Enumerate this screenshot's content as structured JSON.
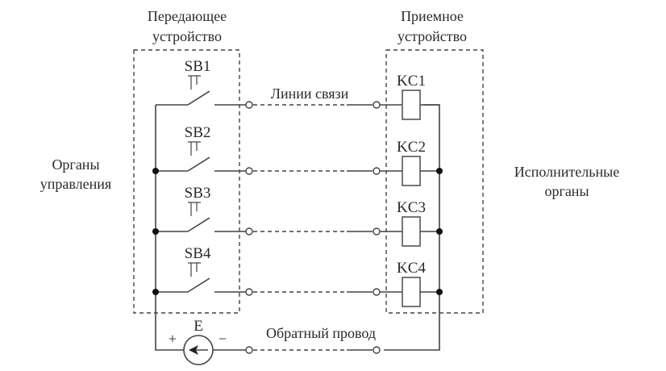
{
  "diagram": {
    "transmitter_label": [
      "Передающее",
      "устройство"
    ],
    "receiver_label": [
      "Приемное",
      "устройство"
    ],
    "controls_label": [
      "Органы",
      "управления"
    ],
    "actuators_label": [
      "Исполнительные",
      "органы"
    ],
    "comm_lines_label": "Линии связи",
    "return_wire_label": "Обратный провод",
    "source": {
      "label": "E",
      "plus": "+",
      "minus": "−"
    },
    "switches": [
      {
        "id": "SB1"
      },
      {
        "id": "SB2"
      },
      {
        "id": "SB3"
      },
      {
        "id": "SB4"
      }
    ],
    "relays": [
      {
        "id": "KC1"
      },
      {
        "id": "KC2"
      },
      {
        "id": "KC3"
      },
      {
        "id": "KC4"
      }
    ]
  }
}
